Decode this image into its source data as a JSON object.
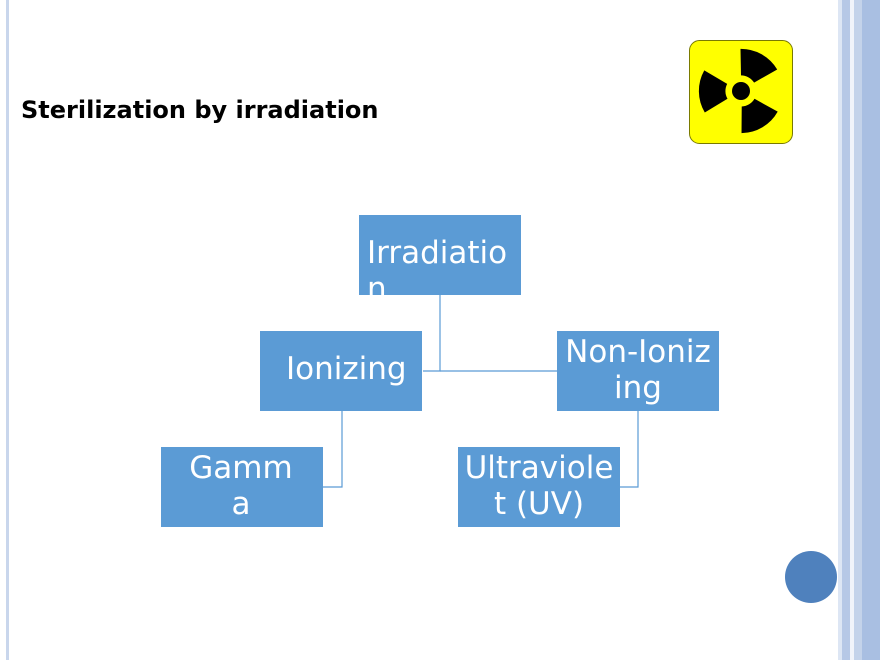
{
  "slide": {
    "title": "Sterilization by irradiation"
  },
  "diagram": {
    "root": "Irradiation",
    "ionizing": "Ionizing",
    "non_ionizing": "Non-Ionizing",
    "gamma": "Gamma",
    "uv": "Ultraviolet (UV)"
  },
  "colors": {
    "node_fill": "#5b9bd5",
    "connector": "#5b9bd5",
    "hazard_yellow": "#ffff00",
    "accent_circle": "#4f81bd"
  },
  "icons": [
    "radiation-hazard-icon"
  ]
}
